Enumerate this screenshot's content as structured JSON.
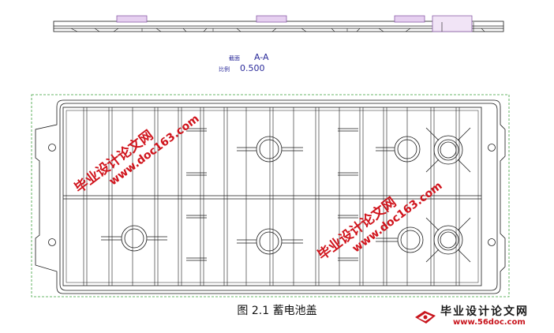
{
  "section_view": {
    "label": "截面",
    "name": "A-A",
    "scale_label": "比例",
    "scale_value": "0.500"
  },
  "watermarks": [
    {
      "site": "毕业设计论文网",
      "url": "www.doc163.com"
    },
    {
      "site": "毕业设计论文网",
      "url": "www.doc163.com"
    }
  ],
  "caption": "图 2.1  蓄电池盖",
  "logo": {
    "title": "毕业设计论文网",
    "url": "www.56doc.com"
  },
  "colors": {
    "line": "#1a1a1a",
    "section_text": "#2a2a9a",
    "boundary": "#3aa03a",
    "watermark": "#d0141c",
    "hatch": "#c8a0d8"
  }
}
